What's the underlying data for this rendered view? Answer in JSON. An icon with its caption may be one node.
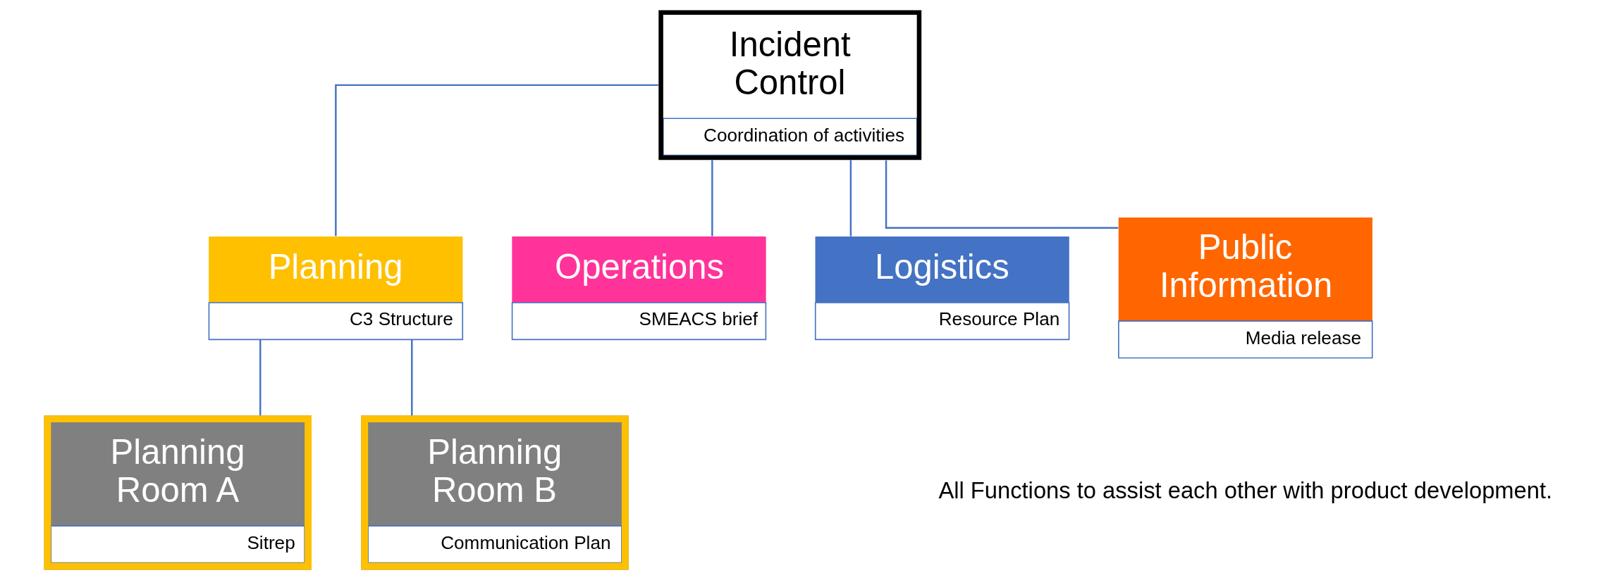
{
  "diagram": {
    "nodes": [
      {
        "text": [
          "Incident Control",
          "Coordination of activities"
        ]
      },
      {
        "text": [
          "Planning",
          "C3 Structure"
        ]
      },
      {
        "text": [
          "Operations",
          "SMEACS brief"
        ]
      },
      {
        "text": [
          "Logistics",
          "Resource Plan"
        ]
      },
      {
        "text": [
          "Public Information",
          "Media release"
        ]
      },
      {
        "text": [
          "Planning Room A",
          "Sitrep"
        ]
      },
      {
        "text": [
          "Planning Room B",
          "Communication Plan"
        ]
      }
    ],
    "edges": [
      {
        "from": 0,
        "to": 1,
        "arrow": "none"
      },
      {
        "from": 0,
        "to": 2,
        "arrow": "none"
      },
      {
        "from": 0,
        "to": 3,
        "arrow": "none"
      },
      {
        "from": 0,
        "to": 4,
        "arrow": "none"
      },
      {
        "from": 1,
        "to": 5,
        "arrow": "none"
      },
      {
        "from": 1,
        "to": 6,
        "arrow": "none"
      }
    ],
    "labels": [
      "All Functions to assist each other with product development."
    ]
  }
}
